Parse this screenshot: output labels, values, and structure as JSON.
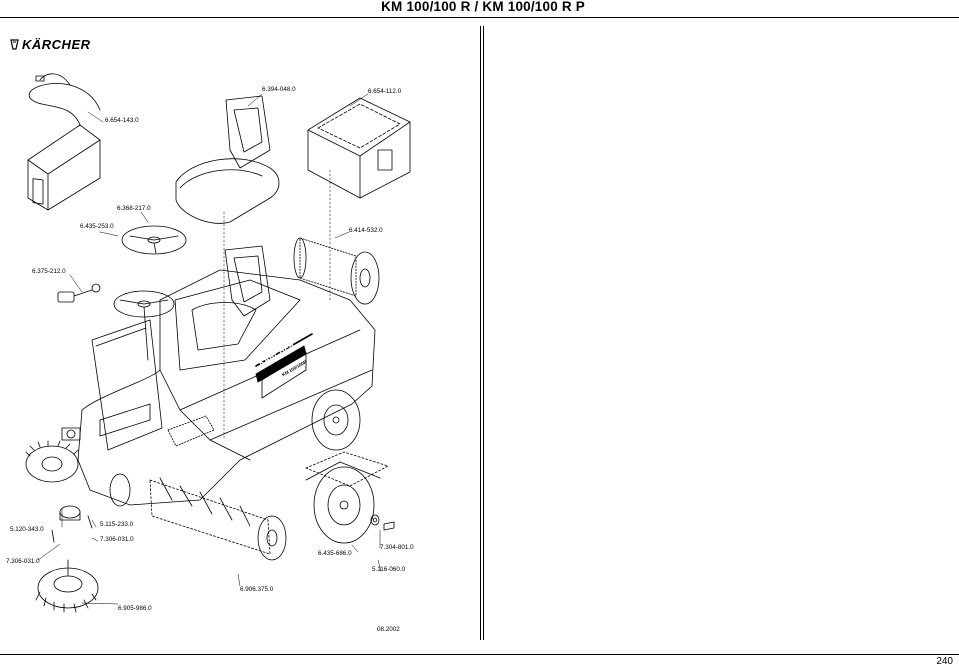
{
  "header": {
    "title": "KM 100/100 R / KM 100/100 R P"
  },
  "logo": {
    "text": "KÄRCHER"
  },
  "part_numbers": [
    "6.394-048.0",
    "6.654-112.0",
    "6.654-143.0",
    "6.368-217.0",
    "6.435-253.0",
    "6.414-532.0",
    "6.375-212.0",
    "5.120-343.0",
    "5.115-233.0",
    "7.306-031.0",
    "7.306-031.0",
    "7.304-801.0",
    "6.435-686.0",
    "5.116-060.0",
    "6.906.375.0",
    "6.905-986.0"
  ],
  "machine_decal": {
    "brand": "KÄRCHER",
    "model": "KM 100/100R"
  },
  "footer": {
    "date": "08.2002",
    "page": "240"
  }
}
